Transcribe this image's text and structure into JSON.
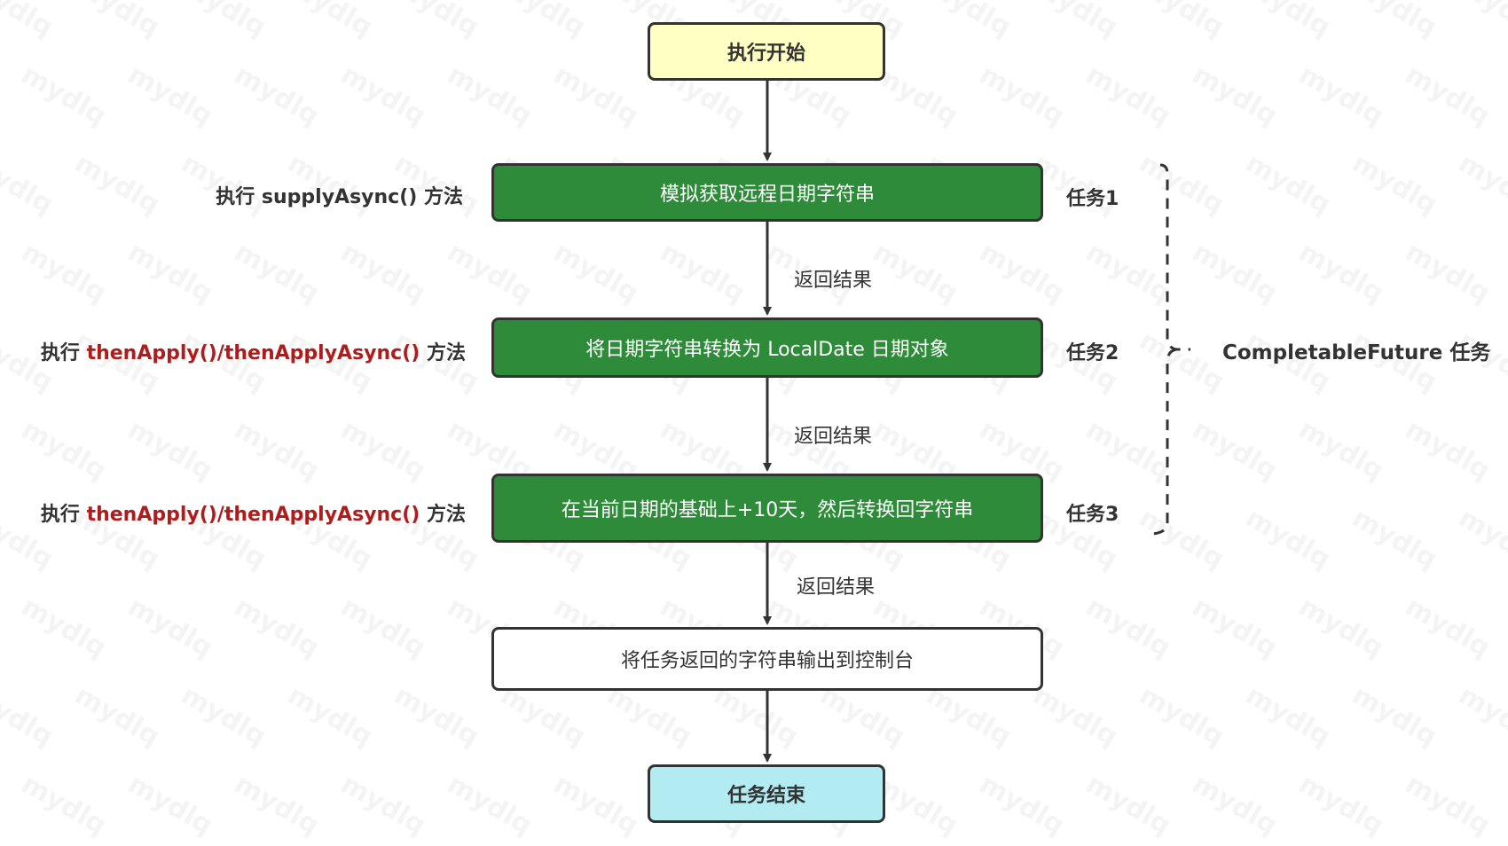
{
  "nodes": {
    "start": "执行开始",
    "task1": "模拟获取远程日期字符串",
    "task2": "将日期字符串转换为 LocalDate 日期对象",
    "task3": "在当前日期的基础上+10天，然后转换回字符串",
    "output": "将任务返回的字符串输出到控制台",
    "end": "任务结束"
  },
  "edge_labels": [
    "返回结果",
    "返回结果",
    "返回结果"
  ],
  "side_labels": {
    "task1": {
      "prefix": "执行 ",
      "method": "supplyAsync()",
      "suffix": " 方法"
    },
    "task2": {
      "prefix": "执行 ",
      "method": "thenApply()/thenApplyAsync()",
      "suffix": " 方法"
    },
    "task3": {
      "prefix": "执行 ",
      "method": "thenApply()/thenApplyAsync()",
      "suffix": " 方法"
    }
  },
  "task_tags": [
    "任务1",
    "任务2",
    "任务3"
  ],
  "group_label": "CompletableFuture 任务",
  "watermark": "mydlq",
  "colors": {
    "start_fill": "#ffffc4",
    "task_fill": "#2e8b3a",
    "end_fill": "#b2ebf2",
    "method_highlight": "#b01c1c",
    "stroke": "#333333"
  }
}
